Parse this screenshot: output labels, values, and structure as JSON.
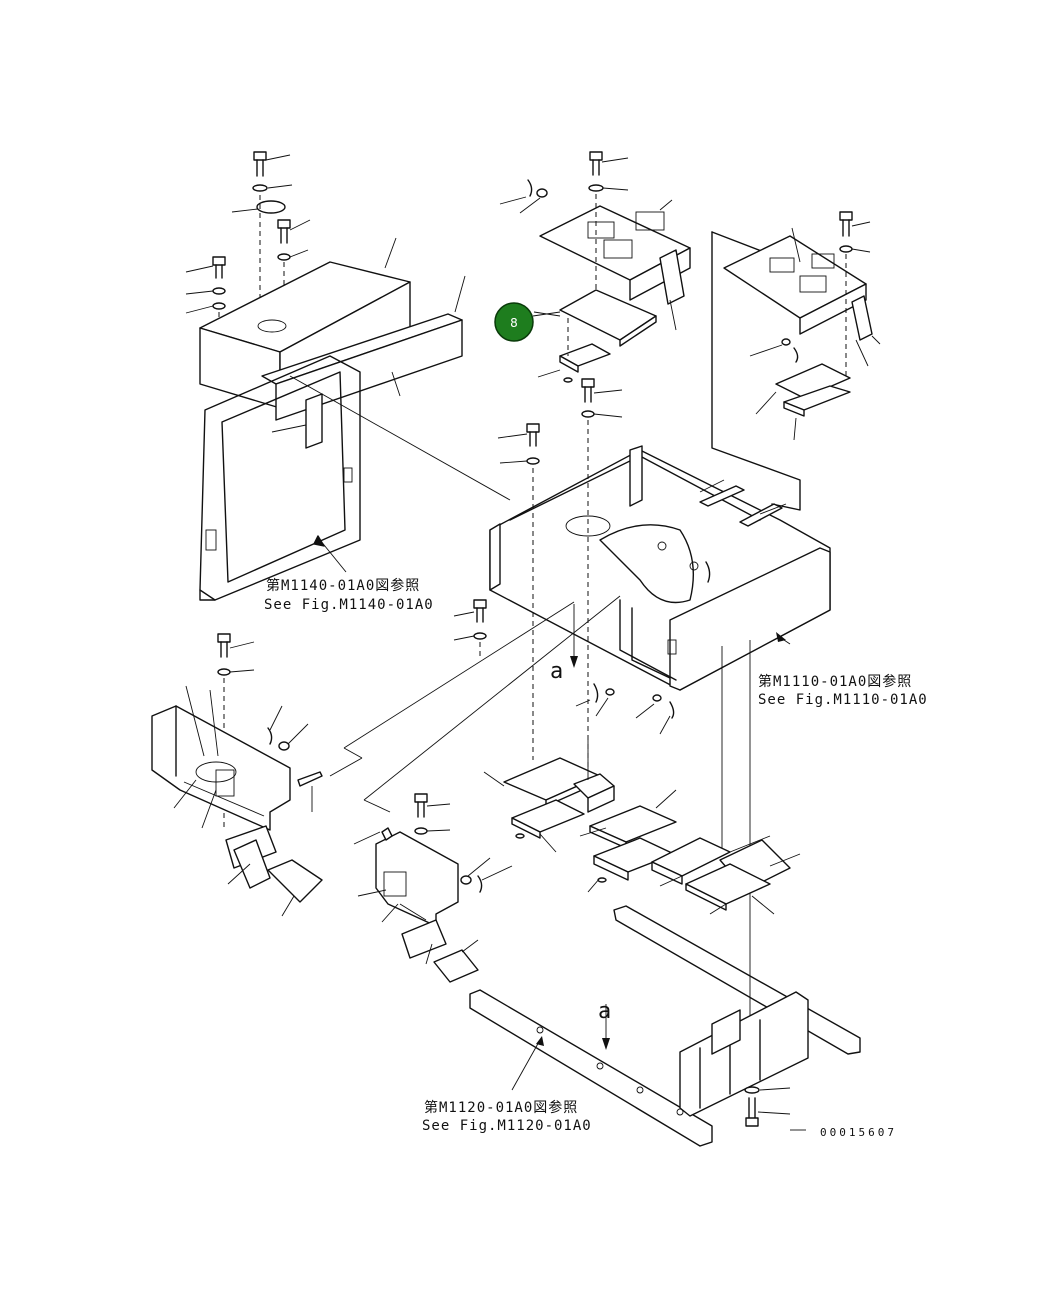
{
  "figure": {
    "drawing_code": "00015607",
    "callout": {
      "number": "8",
      "color": "#1e7d1e"
    },
    "section_marks": [
      "a",
      "a"
    ],
    "references": [
      {
        "line_jp": "第M1140-01A0図参照",
        "line_en": "See Fig.M1140-01A0"
      },
      {
        "line_jp": "第M1110-01A0図参照",
        "line_en": "See Fig.M1110-01A0"
      },
      {
        "line_jp": "第M1120-01A0図参照",
        "line_en": "See Fig.M1120-01A0"
      }
    ]
  }
}
